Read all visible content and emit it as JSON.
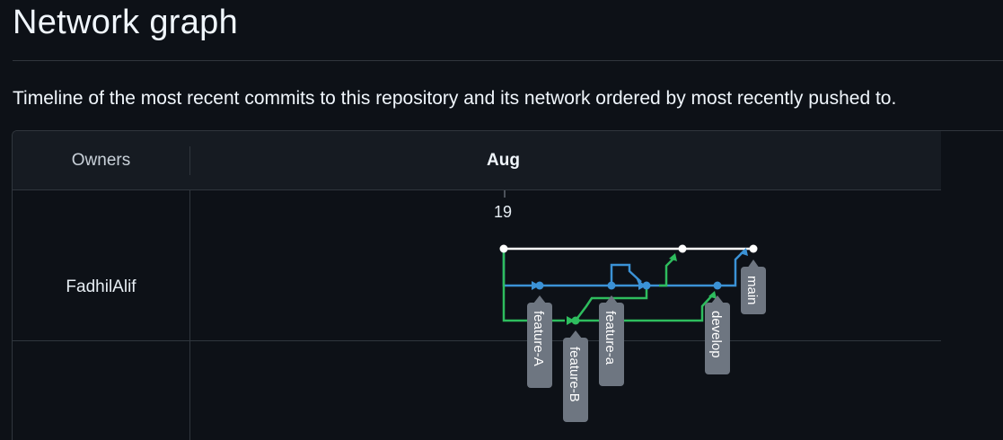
{
  "page": {
    "title": "Network graph",
    "description": "Timeline of the most recent commits to this repository and its network ordered by most recently pushed to."
  },
  "graph": {
    "owners_header": "Owners",
    "month": "Aug",
    "day": "19",
    "owners": [
      "FadhilAlif"
    ],
    "branches": [
      "main",
      "feature-A",
      "feature-a",
      "feature-B",
      "develop"
    ],
    "colors": {
      "main": "#ffffff",
      "feature": "#3b92d6",
      "develop": "#2ebd5e",
      "label_bg": "#6e7681"
    }
  }
}
